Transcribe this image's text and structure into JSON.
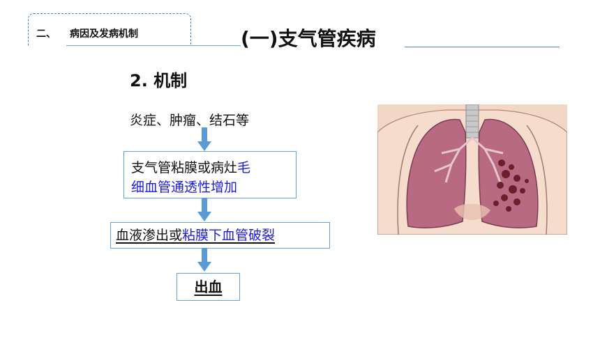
{
  "header": {
    "section_label": "二、",
    "section_title": "病因及发病机制",
    "main_title": "(一)支气管疾病"
  },
  "content": {
    "subheading": "2. 机制",
    "cause": "炎症、肿瘤、结石等",
    "box1_black": "支气管粘膜或病灶",
    "box1_blue_1": "毛",
    "box1_blue_2": "细血管通透性增加",
    "box2_black": "血液渗出或",
    "box2_blue": "粘膜下血管破裂",
    "box3": "出血"
  },
  "colors": {
    "accent": "#3f84b5",
    "highlight_text": "#1c1cdc",
    "arrow": "#5b9bd5",
    "lung_fill": "#b86a82"
  },
  "icons": [
    "down-arrow-icon",
    "lung-illustration"
  ]
}
